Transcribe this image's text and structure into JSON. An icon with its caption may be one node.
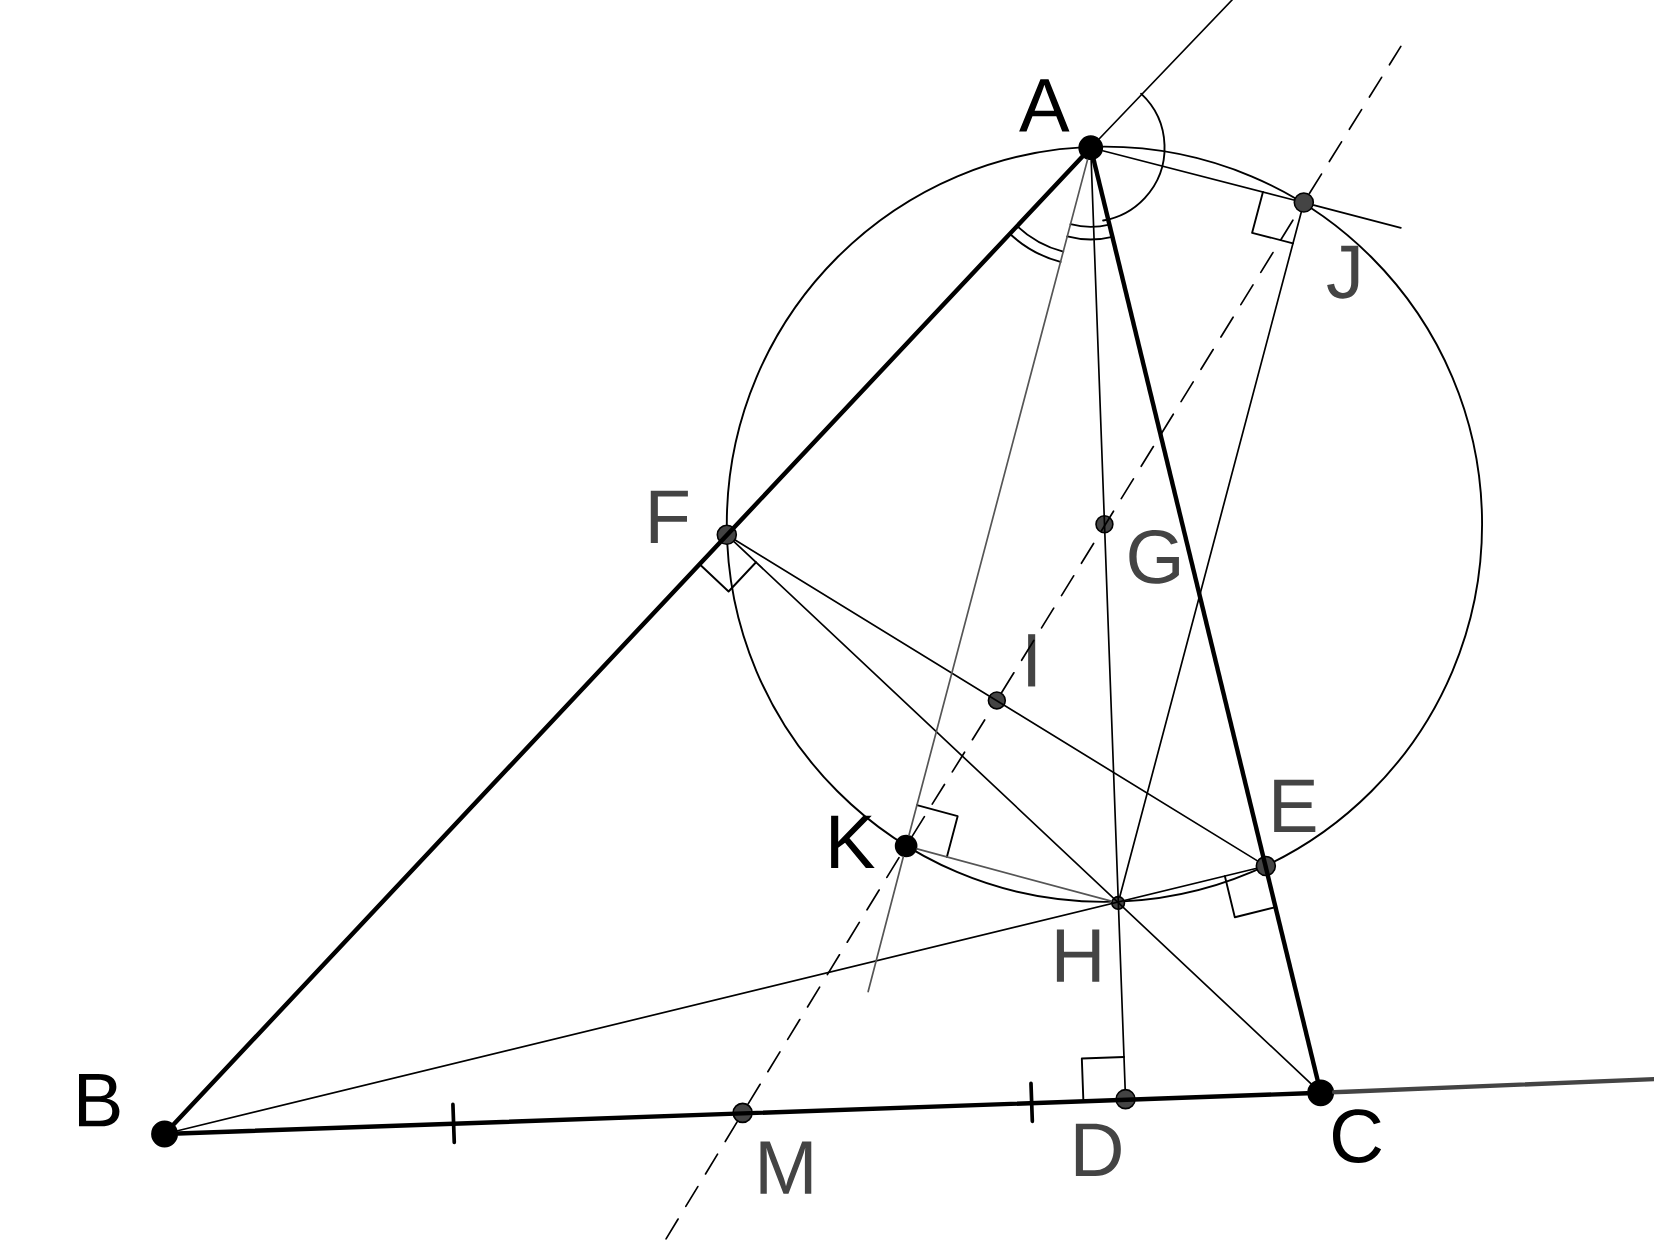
{
  "diagram": {
    "nodes": [
      {
        "text": [
          "A"
        ]
      },
      {
        "text": [
          "B"
        ]
      },
      {
        "text": [
          "C"
        ]
      },
      {
        "text": [
          "D"
        ]
      },
      {
        "text": [
          "E"
        ]
      },
      {
        "text": [
          "F"
        ]
      },
      {
        "text": [
          "G"
        ]
      },
      {
        "text": [
          "H"
        ]
      },
      {
        "text": [
          "I"
        ]
      },
      {
        "text": [
          "J"
        ]
      },
      {
        "text": [
          "K"
        ]
      },
      {
        "text": [
          "M"
        ]
      }
    ],
    "edges": [
      {
        "from": 0,
        "to": 1,
        "arrow": "none",
        "style": "thick"
      },
      {
        "from": 1,
        "to": 2,
        "arrow": "none",
        "style": "thick"
      },
      {
        "from": 0,
        "to": 2,
        "arrow": "none",
        "style": "thick"
      },
      {
        "from": 0,
        "to": 3,
        "arrow": "none"
      },
      {
        "from": 1,
        "to": 4,
        "arrow": "none"
      },
      {
        "from": 5,
        "to": 2,
        "arrow": "none"
      },
      {
        "from": 5,
        "to": 4,
        "arrow": "none"
      },
      {
        "from": 0,
        "to": 9,
        "arrow": "none"
      },
      {
        "from": 9,
        "to": 7,
        "arrow": "none"
      },
      {
        "from": 0,
        "to": 10,
        "arrow": "none",
        "color": "#555555"
      },
      {
        "from": 10,
        "to": 7,
        "arrow": "none",
        "color": "#555555"
      },
      {
        "from": 11,
        "to": 10,
        "arrow": "none",
        "style": "dashed"
      },
      {
        "from": 10,
        "to": 8,
        "arrow": "none",
        "style": "dashed"
      },
      {
        "from": 8,
        "to": 9,
        "arrow": "none",
        "style": "dashed"
      },
      {
        "from": 0,
        "to": null,
        "arrow": "none"
      },
      {
        "from": 9,
        "to": null,
        "arrow": "none"
      },
      {
        "from": 10,
        "to": null,
        "arrow": "none",
        "color": "#555555"
      },
      {
        "from": 2,
        "to": null,
        "arrow": "none",
        "style": "thick",
        "color": "#444444"
      },
      {
        "from": 11,
        "to": null,
        "arrow": "none",
        "style": "dashed"
      },
      {
        "from": 9,
        "to": null,
        "arrow": "none",
        "style": "dashed"
      }
    ]
  }
}
